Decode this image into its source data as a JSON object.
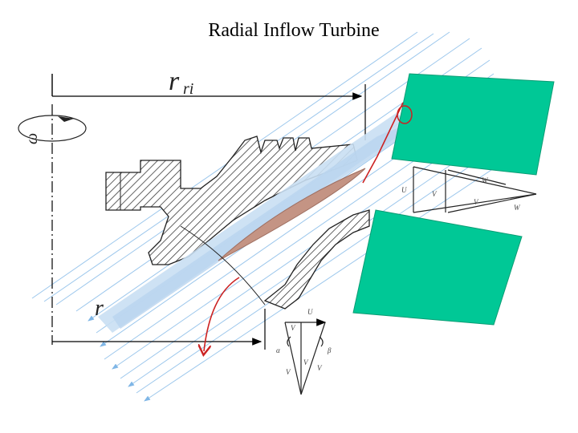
{
  "title": "Radial Inflow Turbine",
  "labels": {
    "r_main": "r",
    "r_sub": "ri",
    "r_lower_main": "r",
    "omega": "ω"
  },
  "inlet_triangle": {
    "labels": [
      "U",
      "V",
      "W",
      "V",
      "W"
    ]
  },
  "exit_triangle": {
    "top": "U",
    "labels": [
      "V",
      "α",
      "β",
      "V",
      "V",
      "V"
    ]
  },
  "colors": {
    "stream": "#9cc7ec",
    "stream_band": "#c9dff3",
    "hatch": "#3a3a3a",
    "blade_section": "#c49484",
    "stator_vane": "#00c896",
    "arrow_red": "#cc2222"
  }
}
